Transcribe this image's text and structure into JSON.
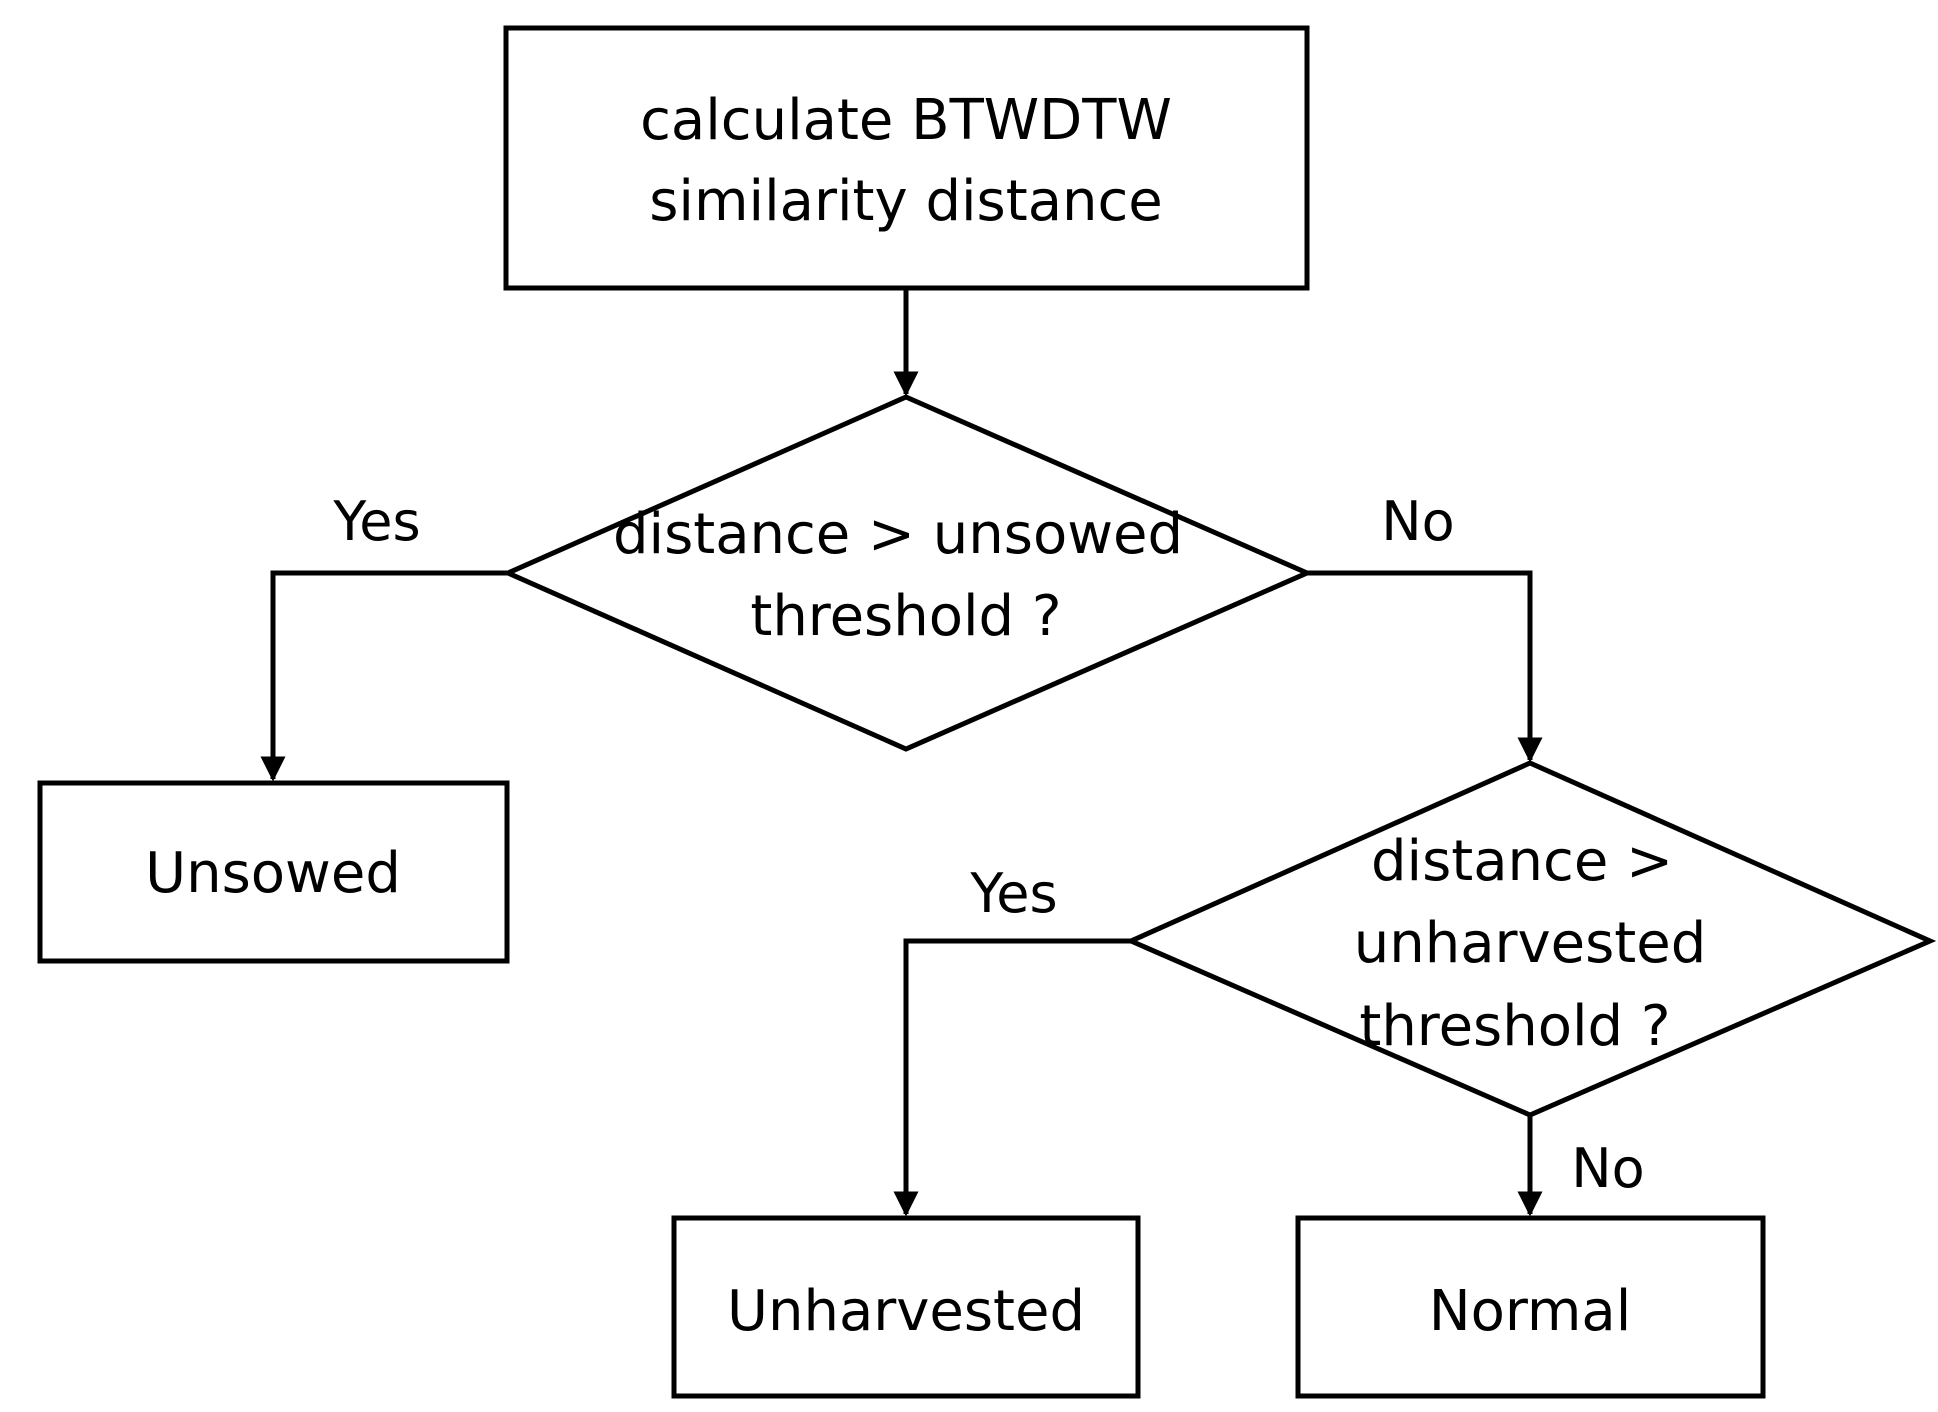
{
  "nodes": {
    "start": {
      "line1": "calculate BTWDTW",
      "line2": "similarity distance"
    },
    "decision1": {
      "line1": "distance > unsowed",
      "line2": "threshold ?"
    },
    "unsowed": {
      "label": "Unsowed"
    },
    "decision2": {
      "line1": "distance >",
      "line2": "unharvested",
      "line3": "threshold ?"
    },
    "unharvested": {
      "label": "Unharvested"
    },
    "normal": {
      "label": "Normal"
    }
  },
  "edges": {
    "d1_yes": "Yes",
    "d1_no": "No",
    "d2_yes": "Yes",
    "d2_no": "No"
  },
  "colors": {
    "stroke": "#000000",
    "background": "#ffffff"
  }
}
